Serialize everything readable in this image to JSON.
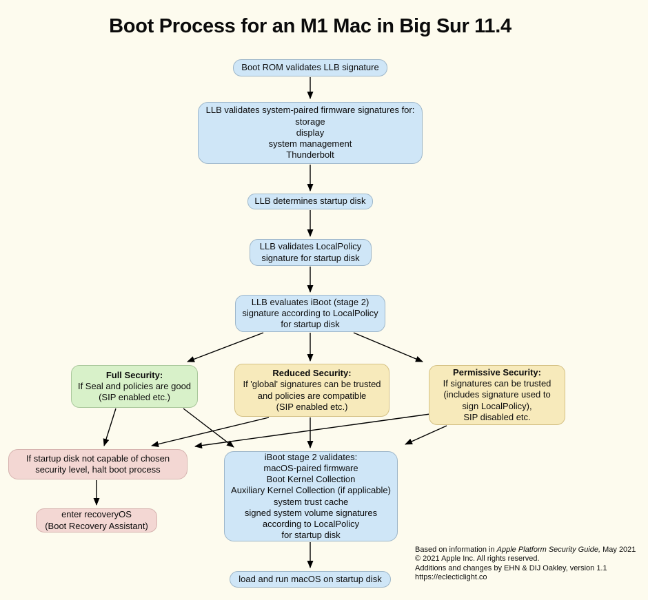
{
  "title": "Boot Process for an M1 Mac in Big Sur 11.4",
  "palette": {
    "background": "#FDFBEE",
    "process_blue": "#CFE6F7",
    "full_security_green": "#D8F1C9",
    "reduced_permissive_yellow": "#F7EABB",
    "halt_pink": "#F3D7D3",
    "arrow_black": "#000000"
  },
  "nodes": {
    "boot_rom": {
      "text": "Boot ROM validates LLB signature"
    },
    "firmware": {
      "text": "LLB validates system-paired firmware signatures for:\nstorage\ndisplay\nsystem management\nThunderbolt"
    },
    "startup_disk": {
      "text": "LLB determines startup disk"
    },
    "local_policy": {
      "text": "LLB validates LocalPolicy\nsignature for startup disk"
    },
    "iboot_eval": {
      "text": "LLB evaluates iBoot (stage 2)\nsignature according to LocalPolicy\nfor startup disk"
    },
    "full_security": {
      "title": "Full Security:",
      "body": "If Seal and policies are good\n(SIP enabled etc.)"
    },
    "reduced_security": {
      "title": "Reduced Security:",
      "body": "If 'global' signatures can be trusted\nand policies are compatible\n(SIP enabled etc.)"
    },
    "permissive_security": {
      "title": "Permissive Security:",
      "body": "If signatures can be trusted\n(includes signature used to\nsign LocalPolicy),\nSIP disabled etc."
    },
    "halt": {
      "text": "If startup disk not capable of chosen\nsecurity level, halt boot process"
    },
    "recovery": {
      "text": "enter recoveryOS\n(Boot Recovery Assistant)"
    },
    "iboot_validates": {
      "text": "iBoot stage 2 validates:\nmacOS-paired firmware\nBoot Kernel Collection\nAuxiliary Kernel Collection (if applicable)\nsystem trust cache\nsigned system volume signatures\naccording to LocalPolicy\nfor startup disk"
    },
    "load_macos": {
      "text": "load and run macOS on startup disk"
    }
  },
  "attribution": {
    "line1_prefix": "Based on information in ",
    "line1_italic": "Apple Platform Security Guide,",
    "line1_suffix": " May 2021",
    "line2": "© 2021 Apple Inc. All rights reserved.",
    "line3": "Additions and changes by EHN & DIJ Oakley, version 1.1",
    "line4": "https://eclecticlight.co"
  }
}
